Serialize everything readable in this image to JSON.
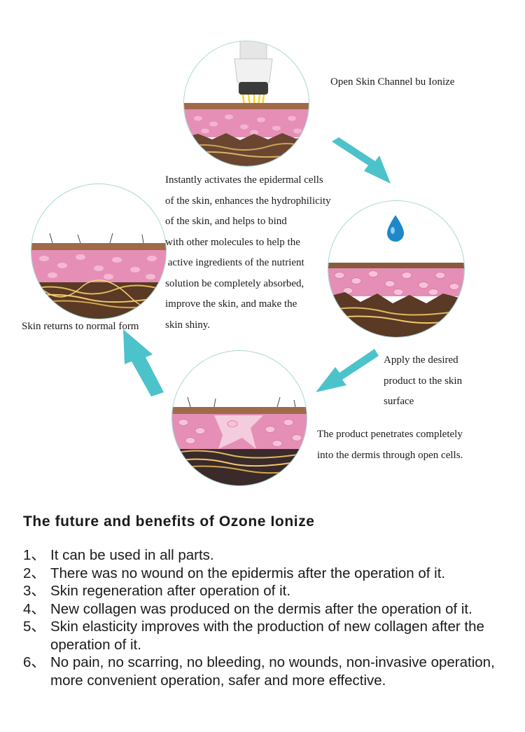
{
  "diagram": {
    "step_open": "Open Skin Channel bu Ionize",
    "center_lines": [
      "Instantly activates the epidermal cells",
      "of the skin, enhances the hydrophilicity",
      "of the skin, and helps to bind",
      "with other molecules to help the",
      " active ingredients of the nutrient",
      "solution be completely absorbed,",
      "improve the skin, and make the",
      "skin shiny."
    ],
    "step_return": "Skin returns to normal form",
    "step_apply_lines": [
      "Apply the desired",
      "product to the skin",
      "surface"
    ],
    "step_penetrate_lines": [
      "The product penetrates completely",
      "into the dermis through open cells."
    ]
  },
  "colors": {
    "arrow": "#4cc3ca",
    "circle_border": "#9fd6d4",
    "epidermis": "#e58fb6",
    "dermis": "#caa158",
    "droplet": "#1e88c8"
  },
  "icons": {
    "device": "ionize-device-icon",
    "droplet": "water-droplet-icon"
  },
  "benefits": {
    "title": "The future and benefits of Ozone Ionize",
    "items": [
      {
        "num": "1、",
        "text": "It can be used in all parts."
      },
      {
        "num": "2、",
        "text": "There was no wound on the epidermis after the operation of it."
      },
      {
        "num": "3、",
        "text": "Skin regeneration after operation of it."
      },
      {
        "num": "4、",
        "text": "New collagen was produced on the dermis after the operation of it."
      },
      {
        "num": "5、",
        "text": "Skin elasticity improves with the production of new collagen after the operation of it."
      },
      {
        "num": "6、",
        "text": "No pain, no scarring, no bleeding, no wounds, non-invasive operation, more convenient operation, safer and more effective."
      }
    ]
  }
}
